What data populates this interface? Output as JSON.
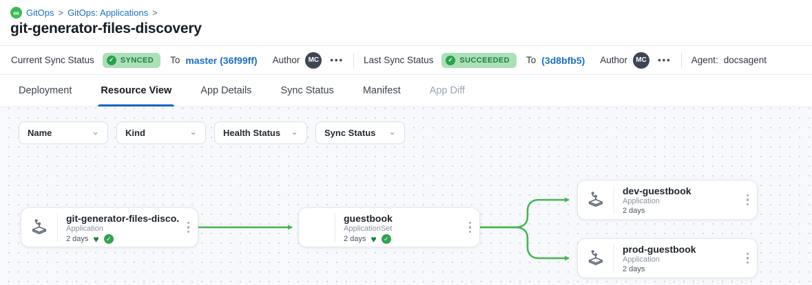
{
  "breadcrumb": {
    "links": [
      {
        "label": "GitOps"
      },
      {
        "label": "GitOps: Applications"
      }
    ],
    "separator": ">"
  },
  "page": {
    "title": "git-generator-files-discovery"
  },
  "status_bar": {
    "current": {
      "label": "Current Sync Status",
      "badge": "SYNCED",
      "to_label": "To",
      "commit": "master (36f99ff)",
      "author_label": "Author",
      "author_initials": "MC"
    },
    "last": {
      "label": "Last Sync Status",
      "badge": "SUCCEEDED",
      "to_label": "To",
      "commit": "(3d8bfb5)",
      "author_label": "Author",
      "author_initials": "MC"
    },
    "agent": {
      "label": "Agent:",
      "value": "docsagent"
    }
  },
  "tabs": [
    {
      "label": "Deployment"
    },
    {
      "label": "Resource View",
      "active": true
    },
    {
      "label": "App Details"
    },
    {
      "label": "Sync Status"
    },
    {
      "label": "Manifest"
    },
    {
      "label": "App Diff",
      "disabled": true
    }
  ],
  "filters": [
    {
      "label": "Name"
    },
    {
      "label": "Kind"
    },
    {
      "label": "Health Status"
    },
    {
      "label": "Sync Status"
    }
  ],
  "graph": {
    "nodes": [
      {
        "title": "git-generator-files-disco...",
        "kind": "Application",
        "age": "2 days",
        "healthy": true,
        "synced": true
      },
      {
        "title": "guestbook",
        "kind": "ApplicationSet",
        "age": "2 days",
        "healthy": true,
        "synced": true
      },
      {
        "title": "dev-guestbook",
        "kind": "Application",
        "age": "2 days"
      },
      {
        "title": "prod-guestbook",
        "kind": "Application",
        "age": "2 days"
      }
    ]
  },
  "icons": {
    "gitops_logo_glyph": "∞",
    "chevron_down": "⌄",
    "check": "✓",
    "heart": "♥",
    "ellipsis": "•••"
  },
  "colors": {
    "accent_blue": "#1a6fc4",
    "tab_underline_blue": "#1763c6",
    "badge_green_bg": "#abdfb8",
    "badge_green_text": "#1b7e3c",
    "badge_check_green": "#27a148",
    "edge_green": "#42b54e",
    "heart_green": "#15803d",
    "sync_check_green": "#2fa44f",
    "avatar_bg": "#3d4554",
    "canvas_bg": "#f7f9fc"
  }
}
